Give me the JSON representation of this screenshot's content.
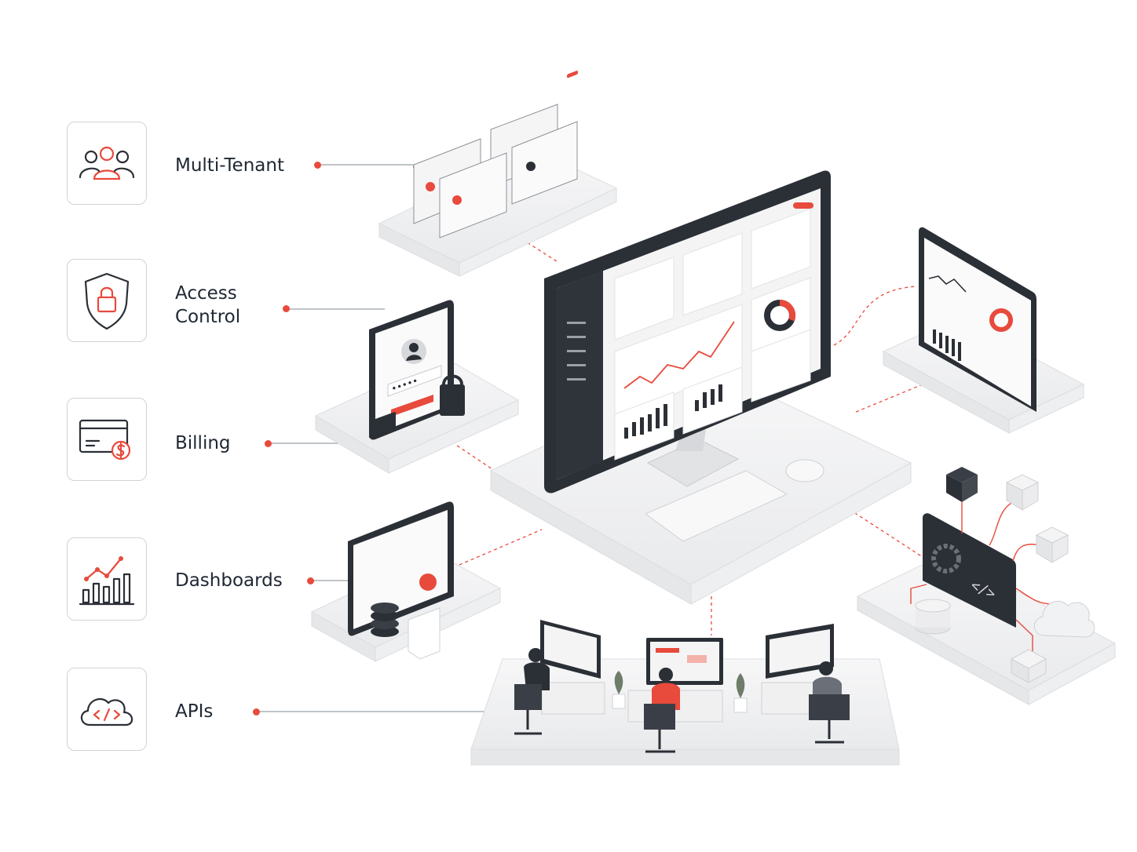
{
  "features": [
    {
      "id": "multi-tenant",
      "label_lines": [
        "Multi-Tenant"
      ],
      "icon": "users-icon"
    },
    {
      "id": "access-control",
      "label_lines": [
        "Access",
        "Control"
      ],
      "icon": "shield-lock-icon"
    },
    {
      "id": "billing",
      "label_lines": [
        "Billing"
      ],
      "icon": "card-dollar-icon"
    },
    {
      "id": "dashboards",
      "label_lines": [
        "Dashboards"
      ],
      "icon": "bar-chart-trend-icon"
    },
    {
      "id": "apis",
      "label_lines": [
        "APIs"
      ],
      "icon": "cloud-code-icon"
    }
  ],
  "login_widget": {
    "password_mask": "•••••"
  },
  "colors": {
    "accent": "#e84a3c",
    "dark": "#2b2f36",
    "platform": "#f2f2f3",
    "border": "#cfd2d6",
    "text": "#1f2733"
  }
}
